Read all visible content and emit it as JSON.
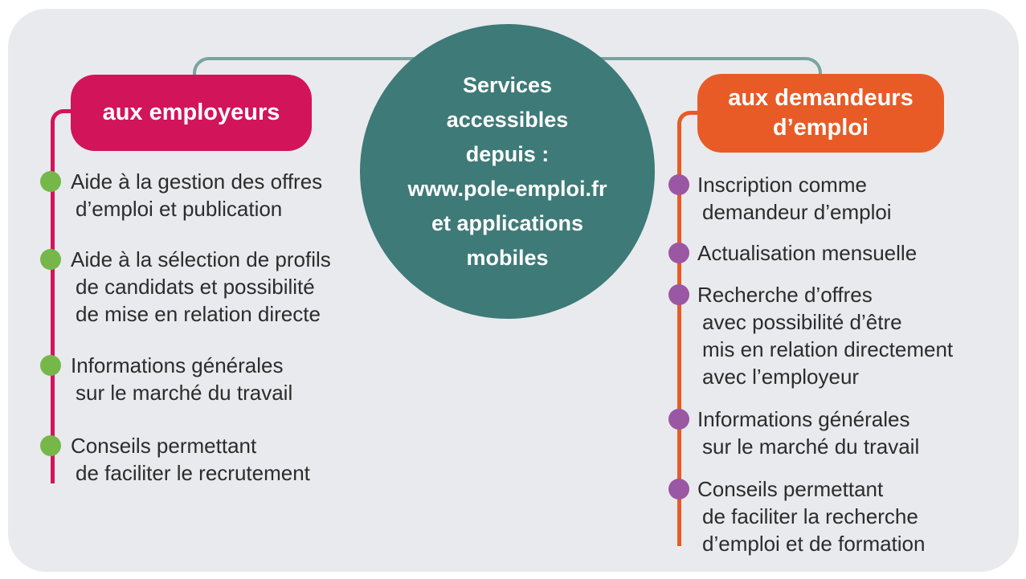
{
  "colors": {
    "panel_bg": "#e9eaed",
    "circle_teal": "#3e7a77",
    "connector_teal": "#7aa3a1",
    "employers_pink": "#d2145a",
    "jobseekers_orange": "#e85b27",
    "employers_bullet_green": "#76b74a",
    "jobseekers_bullet_purple": "#9a57a3",
    "text_dark": "#2c2c2c"
  },
  "center_circle": {
    "lines": [
      "Services",
      "accessibles",
      "depuis :",
      "www.pole-emploi.fr",
      "et applications",
      "mobiles"
    ]
  },
  "employers": {
    "badge_label": "aux employeurs",
    "items": [
      {
        "lines": [
          "Aide à la gestion des offres",
          "d’emploi et publication"
        ]
      },
      {
        "lines": [
          "Aide à la sélection de profils",
          "de candidats et possibilité",
          "de mise en relation directe"
        ]
      },
      {
        "lines": [
          "Informations générales",
          "sur le marché du travail"
        ]
      },
      {
        "lines": [
          "Conseils permettant",
          "de faciliter le recrutement"
        ]
      }
    ]
  },
  "jobseekers": {
    "badge_label": "aux demandeurs d’emploi",
    "items": [
      {
        "lines": [
          "Inscription comme",
          "demandeur d’emploi"
        ]
      },
      {
        "lines": [
          "Actualisation mensuelle"
        ]
      },
      {
        "lines": [
          "Recherche d’offres",
          "avec possibilité d’être",
          "mis en relation directement",
          "avec l’employeur"
        ]
      },
      {
        "lines": [
          "Informations générales",
          "sur le marché du travail"
        ]
      },
      {
        "lines": [
          "Conseils permettant",
          "de faciliter la recherche",
          "d’emploi et de formation"
        ]
      }
    ]
  }
}
